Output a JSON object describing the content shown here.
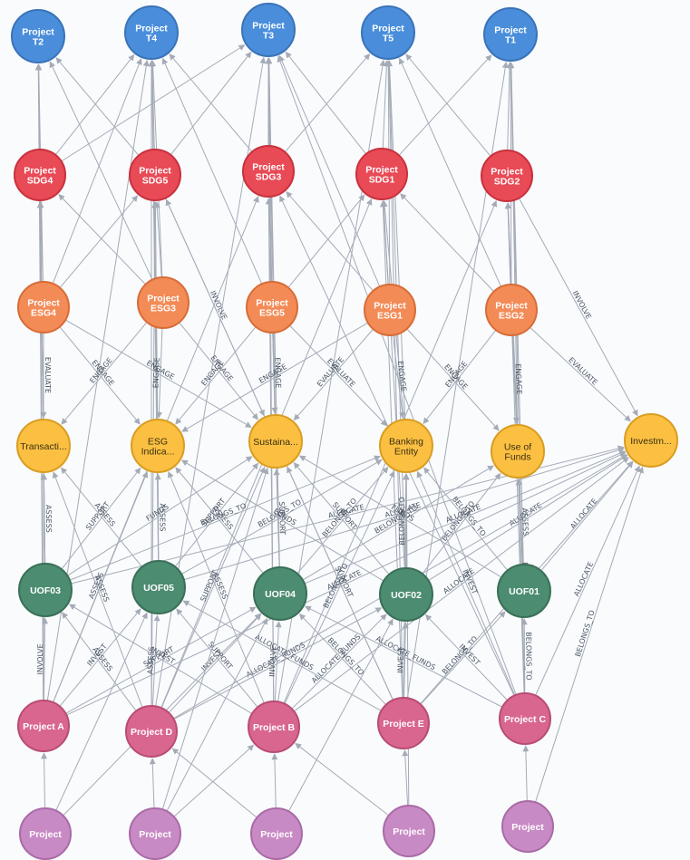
{
  "colors": {
    "target": "#4a8edb",
    "target_border": "#3a73b8",
    "sdg": "#e84a56",
    "sdg_border": "#c8313e",
    "esg": "#f38b57",
    "esg_border": "#d86c37",
    "entity": "#fbc042",
    "entity_border": "#d99d22",
    "uof": "#4c8c71",
    "uof_border": "#3a6f58",
    "project": "#d9668f",
    "project_border": "#b84c74",
    "generic": "#c88ac5",
    "generic_border": "#a96aa6",
    "edge": "#a5abb6"
  },
  "graph": {
    "nodes": [
      {
        "id": "t2",
        "type": "target",
        "lines": [
          "Project",
          "T2"
        ]
      },
      {
        "id": "t4",
        "type": "target",
        "lines": [
          "Project",
          "T4"
        ]
      },
      {
        "id": "t3",
        "type": "target",
        "lines": [
          "Project",
          "T3"
        ]
      },
      {
        "id": "t5",
        "type": "target",
        "lines": [
          "Project",
          "T5"
        ]
      },
      {
        "id": "t1",
        "type": "target",
        "lines": [
          "Project",
          "T1"
        ]
      },
      {
        "id": "sdg4",
        "type": "sdg",
        "lines": [
          "Project",
          "SDG4"
        ]
      },
      {
        "id": "sdg5",
        "type": "sdg",
        "lines": [
          "Project",
          "SDG5"
        ]
      },
      {
        "id": "sdg3",
        "type": "sdg",
        "lines": [
          "Project",
          "SDG3"
        ]
      },
      {
        "id": "sdg1",
        "type": "sdg",
        "lines": [
          "Project",
          "SDG1"
        ]
      },
      {
        "id": "sdg2",
        "type": "sdg",
        "lines": [
          "Project",
          "SDG2"
        ]
      },
      {
        "id": "esg4",
        "type": "esg",
        "lines": [
          "Project",
          "ESG4"
        ]
      },
      {
        "id": "esg3",
        "type": "esg",
        "lines": [
          "Project",
          "ESG3"
        ]
      },
      {
        "id": "esg5",
        "type": "esg",
        "lines": [
          "Project",
          "ESG5"
        ]
      },
      {
        "id": "esg1",
        "type": "esg",
        "lines": [
          "Project",
          "ESG1"
        ]
      },
      {
        "id": "esg2",
        "type": "esg",
        "lines": [
          "Project",
          "ESG2"
        ]
      },
      {
        "id": "trans",
        "type": "entity",
        "lines": [
          "Transacti..."
        ]
      },
      {
        "id": "esgind",
        "type": "entity",
        "lines": [
          "ESG",
          "Indica..."
        ]
      },
      {
        "id": "sust",
        "type": "entity",
        "lines": [
          "Sustaina..."
        ]
      },
      {
        "id": "bank",
        "type": "entity",
        "lines": [
          "Banking",
          "Entity"
        ]
      },
      {
        "id": "uofnode",
        "type": "entity",
        "lines": [
          "Use of",
          "Funds"
        ]
      },
      {
        "id": "invest",
        "type": "entity",
        "lines": [
          "Investm..."
        ]
      },
      {
        "id": "uof03",
        "type": "uof",
        "lines": [
          "UOF03"
        ]
      },
      {
        "id": "uof05",
        "type": "uof",
        "lines": [
          "UOF05"
        ]
      },
      {
        "id": "uof04",
        "type": "uof",
        "lines": [
          "UOF04"
        ]
      },
      {
        "id": "uof02",
        "type": "uof",
        "lines": [
          "UOF02"
        ]
      },
      {
        "id": "uof01",
        "type": "uof",
        "lines": [
          "UOF01"
        ]
      },
      {
        "id": "pa",
        "type": "project",
        "lines": [
          "Project A"
        ]
      },
      {
        "id": "pd",
        "type": "project",
        "lines": [
          "Project D"
        ]
      },
      {
        "id": "pb",
        "type": "project",
        "lines": [
          "Project B"
        ]
      },
      {
        "id": "pe",
        "type": "project",
        "lines": [
          "Project E"
        ]
      },
      {
        "id": "pc",
        "type": "project",
        "lines": [
          "Project C"
        ]
      },
      {
        "id": "g1",
        "type": "generic",
        "lines": [
          "Project"
        ]
      },
      {
        "id": "g2",
        "type": "generic",
        "lines": [
          "Project"
        ]
      },
      {
        "id": "g3",
        "type": "generic",
        "lines": [
          "Project"
        ]
      },
      {
        "id": "g4",
        "type": "generic",
        "lines": [
          "Project"
        ]
      },
      {
        "id": "g5",
        "type": "generic",
        "lines": [
          "Project"
        ]
      }
    ],
    "edges": [
      {
        "from": "sdg4",
        "to": "t2"
      },
      {
        "from": "sdg4",
        "to": "t4"
      },
      {
        "from": "sdg4",
        "to": "t3"
      },
      {
        "from": "sdg5",
        "to": "t4"
      },
      {
        "from": "sdg5",
        "to": "t2"
      },
      {
        "from": "sdg5",
        "to": "t3"
      },
      {
        "from": "sdg3",
        "to": "t3"
      },
      {
        "from": "sdg3",
        "to": "t5"
      },
      {
        "from": "sdg3",
        "to": "t4"
      },
      {
        "from": "sdg1",
        "to": "t5"
      },
      {
        "from": "sdg1",
        "to": "t1"
      },
      {
        "from": "sdg1",
        "to": "t3"
      },
      {
        "from": "sdg2",
        "to": "t1"
      },
      {
        "from": "sdg2",
        "to": "t5"
      },
      {
        "from": "esg4",
        "to": "t2"
      },
      {
        "from": "esg4",
        "to": "t4"
      },
      {
        "from": "esg3",
        "to": "t2"
      },
      {
        "from": "esg3",
        "to": "t4"
      },
      {
        "from": "esg5",
        "to": "t3"
      },
      {
        "from": "esg5",
        "to": "t4"
      },
      {
        "from": "esg1",
        "to": "t5"
      },
      {
        "from": "esg1",
        "to": "t3"
      },
      {
        "from": "esg2",
        "to": "t1"
      },
      {
        "from": "esg2",
        "to": "t5"
      },
      {
        "from": "trans",
        "to": "t2"
      },
      {
        "from": "esgind",
        "to": "t4"
      },
      {
        "from": "sust",
        "to": "t3"
      },
      {
        "from": "bank",
        "to": "t5"
      },
      {
        "from": "uofnode",
        "to": "t1"
      },
      {
        "from": "uof03",
        "to": "t2"
      },
      {
        "from": "uof05",
        "to": "t4"
      },
      {
        "from": "uof04",
        "to": "t3"
      },
      {
        "from": "uof02",
        "to": "t5"
      },
      {
        "from": "uof01",
        "to": "t1"
      },
      {
        "from": "pa",
        "to": "t2"
      },
      {
        "from": "pd",
        "to": "t4"
      },
      {
        "from": "pb",
        "to": "t3"
      },
      {
        "from": "pe",
        "to": "t5"
      },
      {
        "from": "pc",
        "to": "t1"
      },
      {
        "from": "pa",
        "to": "t4"
      },
      {
        "from": "pb",
        "to": "t5"
      },
      {
        "from": "pd",
        "to": "t3"
      },
      {
        "from": "pe",
        "to": "t1"
      },
      {
        "from": "pc",
        "to": "t3"
      },
      {
        "from": "esg4",
        "to": "sdg4"
      },
      {
        "from": "esg3",
        "to": "sdg5"
      },
      {
        "from": "esg5",
        "to": "sdg3"
      },
      {
        "from": "esg1",
        "to": "sdg1"
      },
      {
        "from": "esg2",
        "to": "sdg2"
      },
      {
        "from": "esg4",
        "to": "sdg5"
      },
      {
        "from": "esg3",
        "to": "sdg4"
      },
      {
        "from": "esg5",
        "to": "sdg1"
      },
      {
        "from": "esg1",
        "to": "sdg3"
      },
      {
        "from": "esg2",
        "to": "sdg1"
      },
      {
        "from": "trans",
        "to": "sdg4"
      },
      {
        "from": "esgind",
        "to": "sdg5"
      },
      {
        "from": "sust",
        "to": "sdg3"
      },
      {
        "from": "bank",
        "to": "sdg1"
      },
      {
        "from": "uofnode",
        "to": "sdg2"
      },
      {
        "from": "uof03",
        "to": "sdg4"
      },
      {
        "from": "uof05",
        "to": "sdg5"
      },
      {
        "from": "uof04",
        "to": "sdg3"
      },
      {
        "from": "uof02",
        "to": "sdg1"
      },
      {
        "from": "uof01",
        "to": "sdg2"
      },
      {
        "from": "pa",
        "to": "sdg4"
      },
      {
        "from": "pd",
        "to": "sdg5"
      },
      {
        "from": "pb",
        "to": "sdg3"
      },
      {
        "from": "pe",
        "to": "sdg1"
      },
      {
        "from": "pc",
        "to": "sdg2"
      },
      {
        "from": "pa",
        "to": "sdg3"
      },
      {
        "from": "pd",
        "to": "sdg1"
      },
      {
        "from": "pb",
        "to": "sdg2"
      },
      {
        "from": "pe",
        "to": "sdg5"
      },
      {
        "from": "pc",
        "to": "sdg3"
      },
      {
        "from": "sdg2",
        "to": "invest",
        "label": "INVOLVE"
      },
      {
        "from": "sdg5",
        "to": "sust",
        "label": "INVOLVE"
      },
      {
        "from": "esg2",
        "to": "invest",
        "label": "EVALUATE"
      },
      {
        "from": "esg4",
        "to": "trans",
        "label": "EVALUATE"
      },
      {
        "from": "esg2",
        "to": "uofnode",
        "label": "ENGAGE"
      },
      {
        "from": "esg4",
        "to": "esgind",
        "label": "ENGAGE"
      },
      {
        "from": "esg3",
        "to": "esgind",
        "label": "ENGAGE"
      },
      {
        "from": "esg3",
        "to": "sust",
        "label": "ENGAGE"
      },
      {
        "from": "esg5",
        "to": "sust",
        "label": "ENGAGE"
      },
      {
        "from": "esg5",
        "to": "bank",
        "label": "EVALUATE"
      },
      {
        "from": "esg1",
        "to": "bank",
        "label": "ENGAGE"
      },
      {
        "from": "esg1",
        "to": "sust",
        "label": "EVALUATE"
      },
      {
        "from": "esg1",
        "to": "uofnode",
        "label": "ENGAGE"
      },
      {
        "from": "esg3",
        "to": "trans",
        "label": "ENGAGE"
      },
      {
        "from": "esg5",
        "to": "esgind",
        "label": "ENGAGE"
      },
      {
        "from": "esg1",
        "to": "esgind",
        "label": "ENGAGE"
      },
      {
        "from": "esg2",
        "to": "bank",
        "label": "ENGAGE"
      },
      {
        "from": "esg4",
        "to": "sust",
        "label": "ENGAGE"
      },
      {
        "from": "uof03",
        "to": "trans",
        "label": "ASSESS"
      },
      {
        "from": "uof03",
        "to": "esgind",
        "label": "SUPPORT"
      },
      {
        "from": "uof05",
        "to": "esgind",
        "label": "ASSESS"
      },
      {
        "from": "uof05",
        "to": "trans",
        "label": "ASSESS"
      },
      {
        "from": "uof05",
        "to": "sust",
        "label": "SUPPORT"
      },
      {
        "from": "uof04",
        "to": "sust",
        "label": "SUPPORT"
      },
      {
        "from": "uof04",
        "to": "esgind",
        "label": "ASSESS"
      },
      {
        "from": "uof04",
        "to": "bank",
        "label": "BELONGS_TO"
      },
      {
        "from": "uof02",
        "to": "bank",
        "label": "BELONGS_TO"
      },
      {
        "from": "uof02",
        "to": "sust",
        "label": "SUPPORT"
      },
      {
        "from": "uof02",
        "to": "uofnode",
        "label": "BELONGS_TO"
      },
      {
        "from": "uof01",
        "to": "uofnode",
        "label": "ASSESS"
      },
      {
        "from": "uof01",
        "to": "bank",
        "label": "BELONGS_TO"
      },
      {
        "from": "uof01",
        "to": "invest",
        "label": "ALLOCATE"
      },
      {
        "from": "uof02",
        "to": "invest",
        "label": "ALLOCATE"
      },
      {
        "from": "uof04",
        "to": "invest",
        "label": "ALLOCATE"
      },
      {
        "from": "uof05",
        "to": "invest",
        "label": "ALLOCATE"
      },
      {
        "from": "uof03",
        "to": "invest",
        "label": "ALLOCATE"
      },
      {
        "from": "uof03",
        "to": "bank",
        "label": "BELONGS_TO"
      },
      {
        "from": "uof05",
        "to": "bank",
        "label": "BELONGS_TO"
      },
      {
        "from": "uof04",
        "to": "uofnode",
        "label": "BELONGS_TO"
      },
      {
        "from": "uof03",
        "to": "sust",
        "label": "FUNDS"
      },
      {
        "from": "uof02",
        "to": "esgind",
        "label": "FUNDS"
      },
      {
        "from": "uof01",
        "to": "sust",
        "label": "FUNDS"
      },
      {
        "from": "pa",
        "to": "uof03",
        "label": "INVOLVE"
      },
      {
        "from": "pa",
        "to": "uof05",
        "label": "INVEST"
      },
      {
        "from": "pa",
        "to": "uof04",
        "label": "SUPPORT"
      },
      {
        "from": "pa",
        "to": "trans",
        "label": "INVOLVE"
      },
      {
        "from": "pa",
        "to": "esgind",
        "label": "ASSESS"
      },
      {
        "from": "pd",
        "to": "uof05",
        "label": "ASSESS"
      },
      {
        "from": "pd",
        "to": "uof03",
        "label": "ASSESS"
      },
      {
        "from": "pd",
        "to": "uof04",
        "label": "INVEST"
      },
      {
        "from": "pd",
        "to": "uof02",
        "label": "ALLOCATE_FUNDS"
      },
      {
        "from": "pd",
        "to": "trans",
        "label": "ASSESS"
      },
      {
        "from": "pd",
        "to": "sust",
        "label": "SUPPORT"
      },
      {
        "from": "pb",
        "to": "uof04",
        "label": "INVOLVE"
      },
      {
        "from": "pb",
        "to": "uof05",
        "label": "SUPPORT"
      },
      {
        "from": "pb",
        "to": "uof02",
        "label": "ALLOCATE_FUNDS"
      },
      {
        "from": "pb",
        "to": "uof03",
        "label": "INVEST"
      },
      {
        "from": "pb",
        "to": "bank",
        "label": "BELONGS_TO"
      },
      {
        "from": "pb",
        "to": "esgind",
        "label": "ASSESS"
      },
      {
        "from": "pe",
        "to": "uof02",
        "label": "INVEST"
      },
      {
        "from": "pe",
        "to": "uof01",
        "label": "BELONGS_TO"
      },
      {
        "from": "pe",
        "to": "uof04",
        "label": "BELONGS_TO"
      },
      {
        "from": "pe",
        "to": "uof05",
        "label": "ALLOCATE_FUNDS"
      },
      {
        "from": "pe",
        "to": "bank",
        "label": "INVEST"
      },
      {
        "from": "pe",
        "to": "sust",
        "label": "SUPPORT"
      },
      {
        "from": "pc",
        "to": "uof01",
        "label": "BELONGS_TO"
      },
      {
        "from": "pc",
        "to": "uof02",
        "label": "INVEST"
      },
      {
        "from": "pc",
        "to": "uofnode",
        "label": "BELONGS_TO"
      },
      {
        "from": "pc",
        "to": "uof04",
        "label": "ALLOCATE_FUNDS"
      },
      {
        "from": "pc",
        "to": "invest",
        "label": "ALLOCATE"
      },
      {
        "from": "pc",
        "to": "bank",
        "label": "INVEST"
      },
      {
        "from": "pa",
        "to": "invest",
        "label": "ALLOCATE"
      },
      {
        "from": "pb",
        "to": "invest",
        "label": "ALLOCATE"
      },
      {
        "from": "pd",
        "to": "invest",
        "label": "ALLOCATE"
      },
      {
        "from": "pe",
        "to": "invest",
        "label": "ALLOCATE"
      },
      {
        "from": "g5",
        "to": "invest",
        "label": "BELONGS_TO"
      },
      {
        "from": "g1",
        "to": "pa"
      },
      {
        "from": "g1",
        "to": "uof05"
      },
      {
        "from": "g1",
        "to": "uof04"
      },
      {
        "from": "g2",
        "to": "pd"
      },
      {
        "from": "g2",
        "to": "uof04"
      },
      {
        "from": "g2",
        "to": "pb"
      },
      {
        "from": "g3",
        "to": "pb"
      },
      {
        "from": "g3",
        "to": "uof02"
      },
      {
        "from": "g3",
        "to": "pd"
      },
      {
        "from": "g4",
        "to": "pe"
      },
      {
        "from": "g4",
        "to": "pb"
      },
      {
        "from": "g5",
        "to": "pc"
      },
      {
        "from": "g2",
        "to": "sust"
      },
      {
        "from": "g4",
        "to": "bank"
      }
    ]
  }
}
